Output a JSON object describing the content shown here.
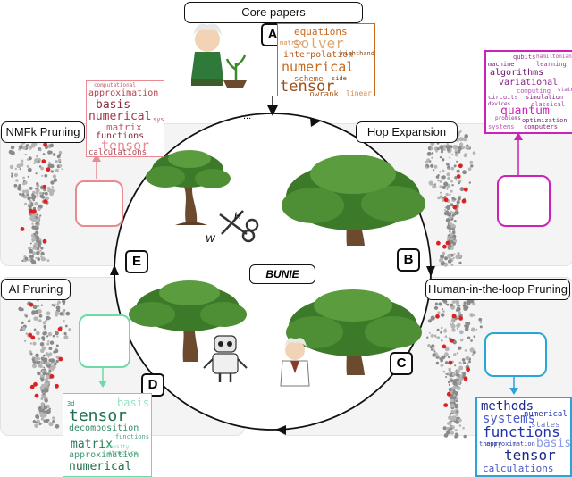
{
  "colors": {
    "core": "#c8691e",
    "hop": "#cc22bb",
    "nmfk": "#e88a90",
    "ai": "#6fd9a8",
    "human": "#2aa5d8",
    "human_text": "#2233aa"
  },
  "labels": {
    "core": "Core papers",
    "hop": "Hop Expansion",
    "nmfk": "NMFk Pruning",
    "ai": "AI Pruning",
    "human": "Human-in-the-loop Pruning",
    "center": "BUNIE"
  },
  "letters": {
    "a": "A",
    "b": "B",
    "c": "C",
    "d": "D",
    "e": "E"
  },
  "scissors": {
    "h": "H",
    "w": "W"
  },
  "ellipsis": "...",
  "wordclouds": {
    "core": [
      "equations",
      "solver",
      "righthand",
      "interpolation",
      "numerical",
      "scheme",
      "side",
      "tensor",
      "lowrank",
      "linear",
      "matrix"
    ],
    "hop": [
      "qubits",
      "hamiltonian",
      "machine",
      "learning",
      "algorithms",
      "variational",
      "computing",
      "circuits",
      "simulation",
      "classical",
      "quantum",
      "devices",
      "problems",
      "optimization",
      "systems",
      "computers",
      "states"
    ],
    "nmfk": [
      "computational",
      "approximation",
      "basis",
      "numerical",
      "matrix",
      "functions",
      "tensor",
      "calculations",
      "systems"
    ],
    "ai": [
      "3d",
      "basis",
      "tensor",
      "decomposition",
      "functions",
      "matrix",
      "approximation",
      "numerical",
      "density",
      "structure"
    ],
    "human": [
      "methods",
      "systems",
      "numerical",
      "functions",
      "states",
      "basis",
      "approximation",
      "tensor",
      "calculations",
      "theory"
    ]
  }
}
